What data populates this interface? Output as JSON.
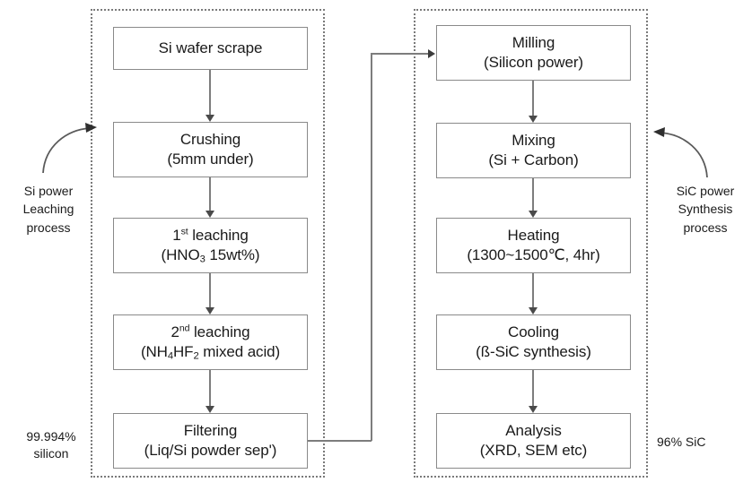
{
  "diagram": {
    "left_group": {
      "name": "Si powder leaching process",
      "annotation": {
        "line1": "Si power",
        "line2": "Leaching",
        "line3": "process"
      },
      "output_label": {
        "line1": "99.994%",
        "line2": "silicon"
      },
      "steps": [
        {
          "title": "Si wafer scrape",
          "subtitle": ""
        },
        {
          "title": "Crushing",
          "subtitle": "(5mm under)"
        },
        {
          "title_html": "1<sup>st</sup> leaching",
          "title": "1st leaching",
          "subtitle_html": "(HNO<sub>3</sub> 15wt%)",
          "subtitle": "(HNO3 15wt%)"
        },
        {
          "title_html": "2<sup>nd</sup> leaching",
          "title": "2nd leaching",
          "subtitle_html": "(NH<sub>4</sub>HF<sub>2</sub> mixed acid)",
          "subtitle": "(NH4HF2 mixed acid)"
        },
        {
          "title": "Filtering",
          "subtitle": "(Liq/Si powder sep')"
        }
      ]
    },
    "right_group": {
      "name": "SiC powder synthesis process",
      "annotation": {
        "line1": "SiC power",
        "line2": "Synthesis",
        "line3": "process"
      },
      "output_label": {
        "line1": "96% SiC",
        "line2": ""
      },
      "steps": [
        {
          "title": "Milling",
          "subtitle": "(Silicon power)"
        },
        {
          "title": "Mixing",
          "subtitle": "(Si + Carbon)"
        },
        {
          "title": "Heating",
          "subtitle": "(1300~1500℃, 4hr)"
        },
        {
          "title": "Cooling",
          "subtitle": "(ß-SiC synthesis)"
        },
        {
          "title": "Analysis",
          "subtitle": "(XRD, SEM etc)"
        }
      ]
    },
    "colors": {
      "box_border": "#8a8a8a",
      "group_border": "#7a7a7a",
      "connector": "#7d7d7d",
      "text": "#1a1a1a",
      "background": "#ffffff"
    }
  }
}
